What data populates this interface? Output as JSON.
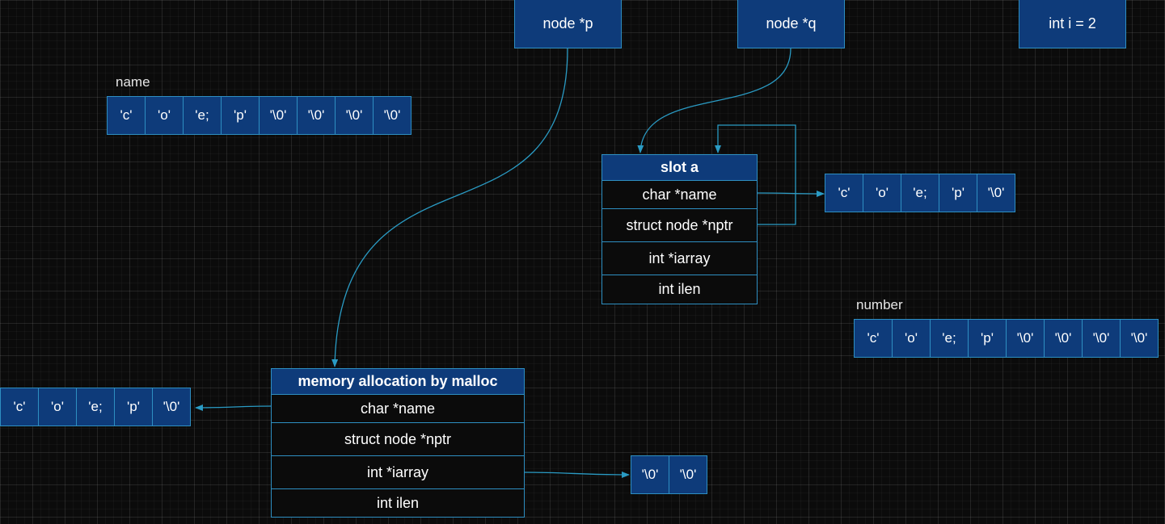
{
  "pointers": {
    "p": "node  *p",
    "q": "node  *q",
    "i": "int  i = 2"
  },
  "arrays": {
    "name": {
      "label": "name",
      "cells": [
        "'c'",
        "'o'",
        "'e;",
        "'p'",
        "'\\0'",
        "'\\0'",
        "'\\0'",
        "'\\0'"
      ]
    },
    "number": {
      "label": "number",
      "cells": [
        "'c'",
        "'o'",
        "'e;",
        "'p'",
        "'\\0'",
        "'\\0'",
        "'\\0'",
        "'\\0'"
      ]
    },
    "slot_name_str": {
      "cells": [
        "'c'",
        "'o'",
        "'e;",
        "'p'",
        "'\\0'"
      ]
    },
    "malloc_name_str": {
      "cells": [
        "'c'",
        "'o'",
        "'e;",
        "'p'",
        "'\\0'"
      ]
    },
    "iarray": {
      "cells": [
        "'\\0'",
        "'\\0'"
      ]
    }
  },
  "slot_a": {
    "title": "slot  a",
    "fields": [
      "char  *name",
      "struct node  *nptr",
      "int  *iarray",
      "int  ilen"
    ]
  },
  "malloc_block": {
    "title": "memory allocation by malloc",
    "fields": [
      "char  *name",
      "struct node  *nptr",
      "int  *iarray",
      "int  ilen"
    ]
  },
  "colors": {
    "background": "#0b0b0b",
    "box_fill": "#0e3b7a",
    "box_stroke": "#2e8fc2",
    "connector": "#2a9bc4",
    "text": "#ffffff"
  }
}
